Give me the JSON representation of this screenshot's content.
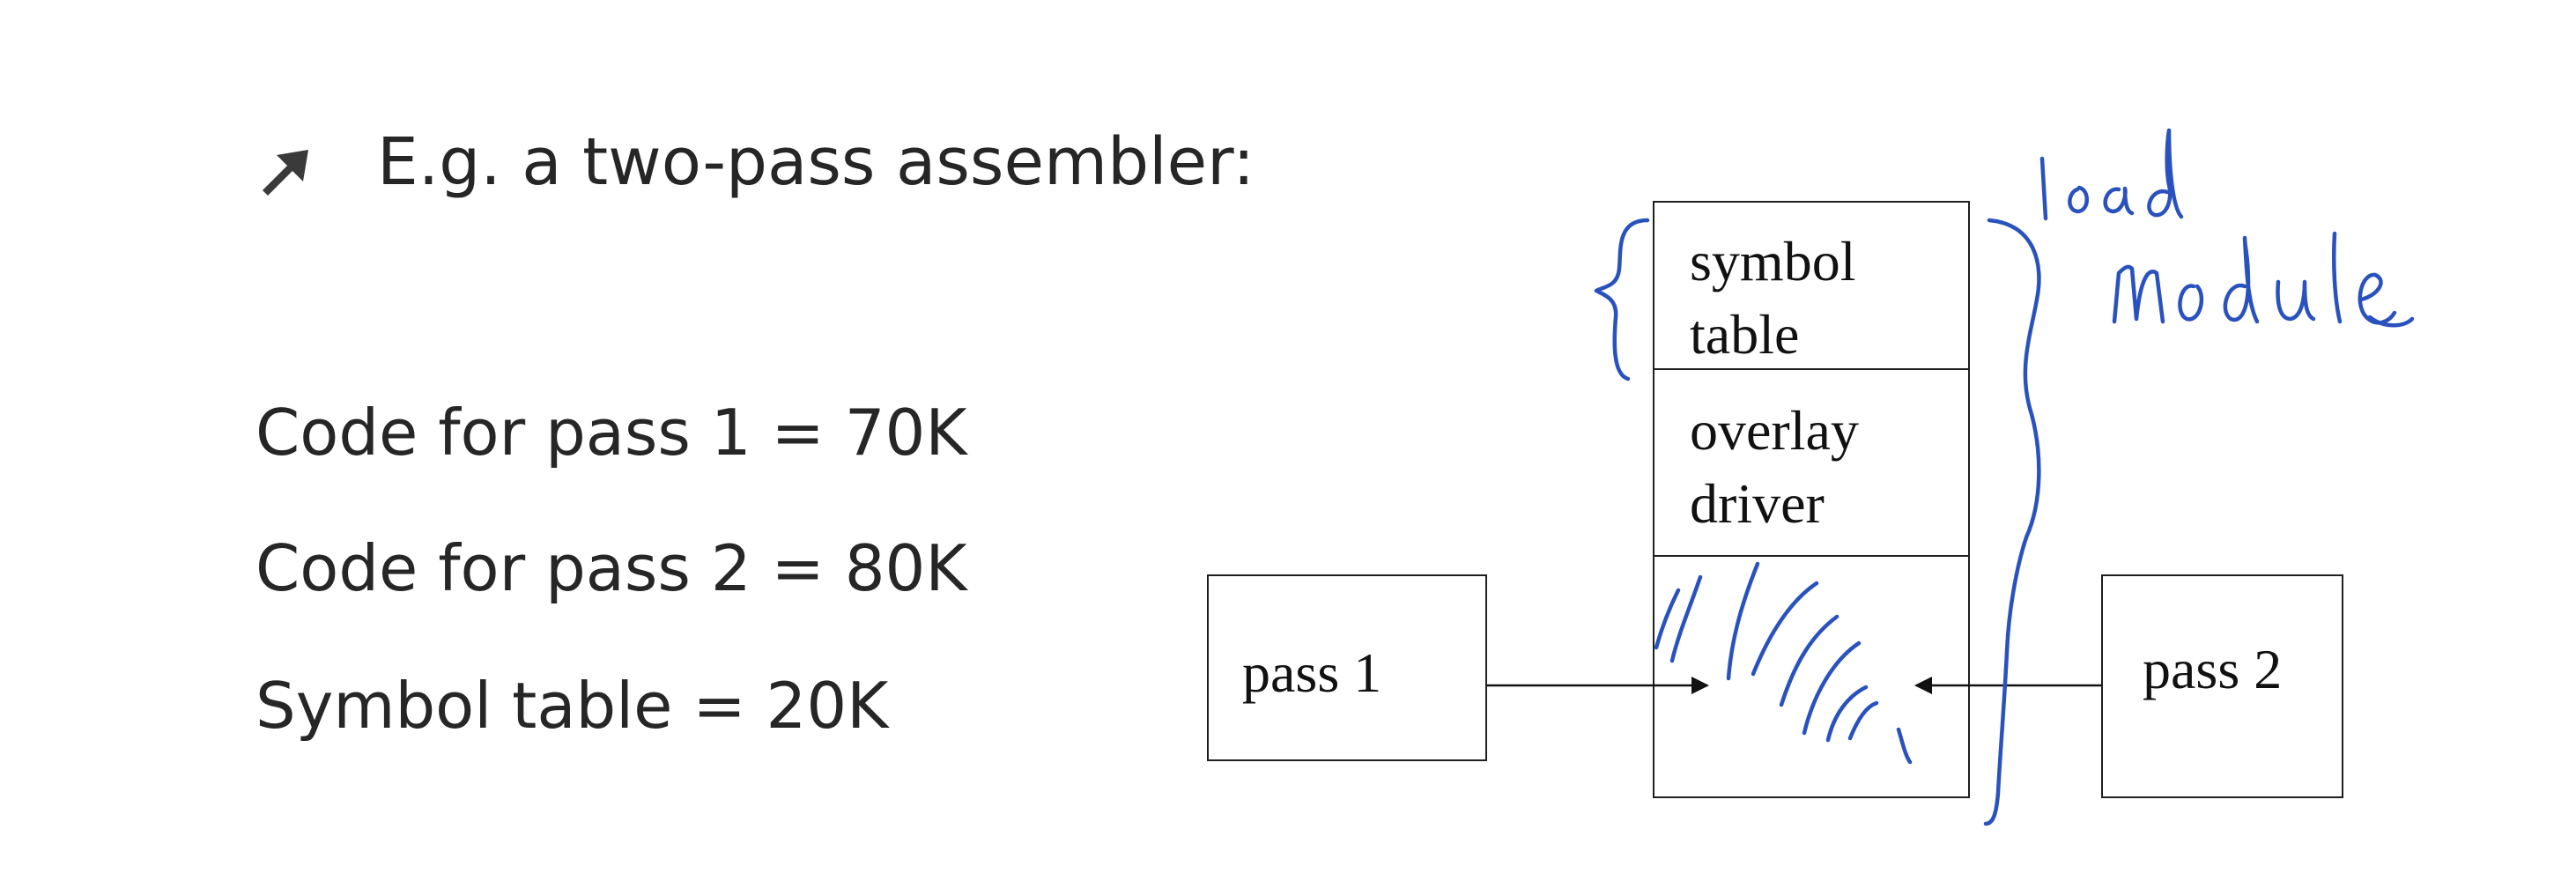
{
  "slide": {
    "bullet": {
      "icon": "diagonal-arrow-bullet-icon",
      "text": "E.g. a two-pass assembler:"
    },
    "stats": [
      "Code for pass 1 = 70K",
      "Code for pass 2 = 80K",
      "Symbol table = 20K"
    ]
  },
  "diagram": {
    "pass1": "pass 1",
    "pass2": "pass 2",
    "stack": {
      "symbol_table": "symbol\ntable",
      "overlay_driver": "overlay\ndriver"
    },
    "annotation": {
      "text": "load module",
      "color": "#2a52be"
    }
  }
}
